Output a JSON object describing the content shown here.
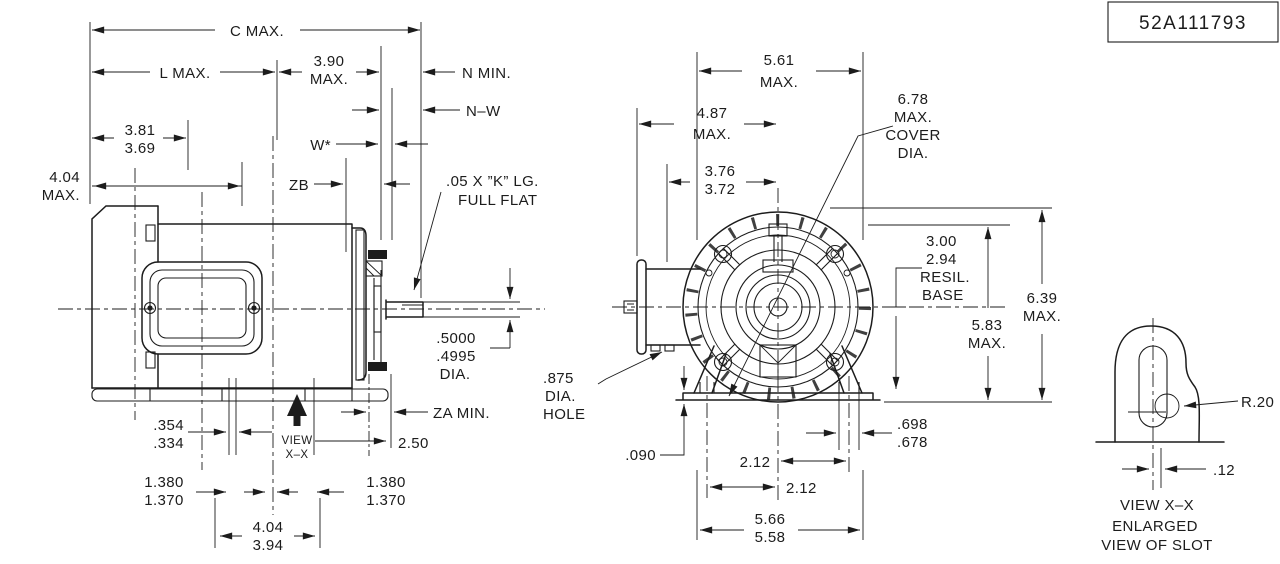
{
  "title_block": {
    "part_number": "52A111793"
  },
  "side_view": {
    "c_max": "C MAX.",
    "l_max": "L MAX.",
    "dim_390": [
      "3.90",
      "MAX."
    ],
    "n_min": "N MIN.",
    "n_w": "N–W",
    "dim_381": [
      "3.81",
      "3.69"
    ],
    "dim_404_max": [
      "4.04",
      "MAX."
    ],
    "w_star": "W*",
    "zb": "ZB",
    "flat_note": [
      ".05 X ”K” LG.",
      "FULL FLAT"
    ],
    "shaft_dia": [
      ".5000",
      ".4995",
      "DIA."
    ],
    "za_min": "ZA MIN.",
    "dim_250": "2.50",
    "dim_354": [
      ".354",
      ".334"
    ],
    "view_label": [
      "VIEW",
      "X–X"
    ],
    "dim_1380_left": [
      "1.380",
      "1.370"
    ],
    "dim_1380_right": [
      "1.380",
      "1.370"
    ],
    "dim_404": [
      "4.04",
      "3.94"
    ]
  },
  "front_view": {
    "dim_561": [
      "5.61",
      "MAX."
    ],
    "dim_487": [
      "4.87",
      "MAX."
    ],
    "dim_376": [
      "3.76",
      "3.72"
    ],
    "cover_note": [
      "6.78",
      "MAX.",
      "COVER",
      "DIA."
    ],
    "resil_note": [
      "3.00",
      "2.94",
      "RESIL.",
      "BASE"
    ],
    "dim_583": [
      "5.83",
      "MAX."
    ],
    "dim_639": [
      "6.39",
      "MAX."
    ],
    "hole_note": [
      ".875",
      "DIA.",
      "HOLE"
    ],
    "dim_090": ".090",
    "dim_212_right": "2.12",
    "dim_212_left": "2.12",
    "dim_698": [
      ".698",
      ".678"
    ],
    "dim_566": [
      "5.66",
      "5.58"
    ]
  },
  "slot_view": {
    "r20": "R.20",
    "dim_12": ".12",
    "caption": [
      "VIEW X–X",
      "ENLARGED",
      "VIEW OF SLOT"
    ]
  }
}
